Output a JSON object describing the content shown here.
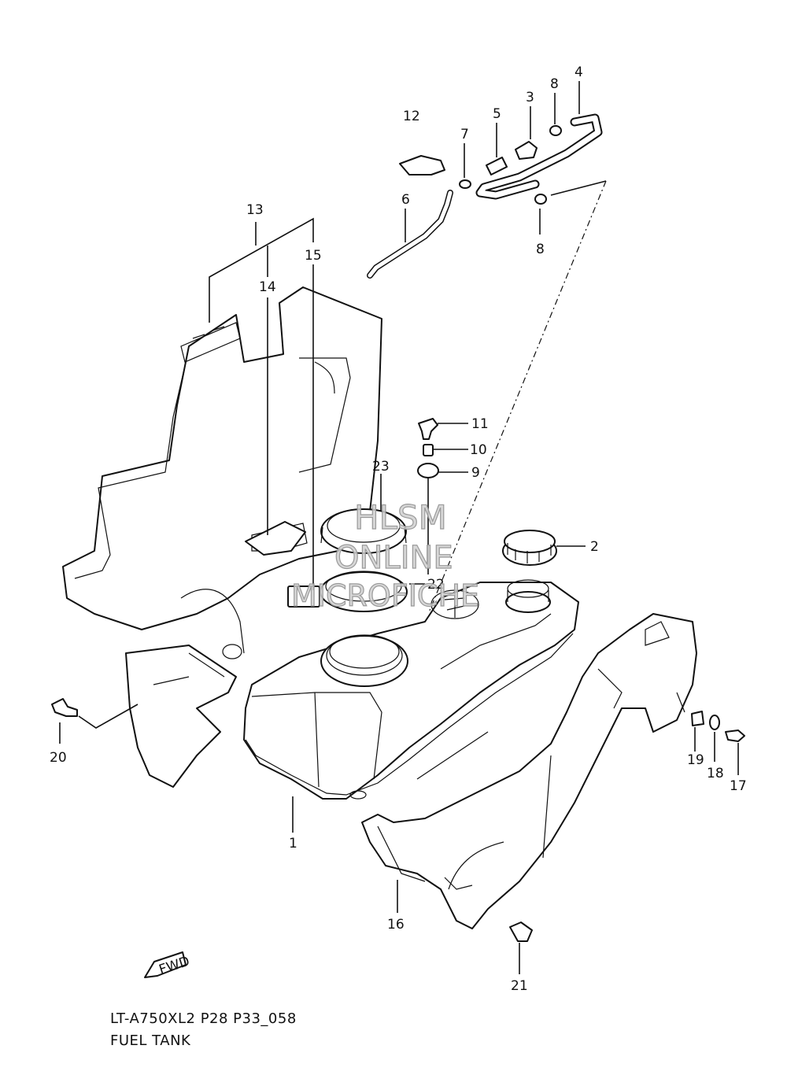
{
  "diagram": {
    "model_code": "LT-A750XL2 P28 P33_058",
    "title": "FUEL TANK",
    "watermark": [
      "HLSM",
      "ONLINE",
      "MICROFICHE"
    ],
    "fwd_label": "FWD",
    "callouts": {
      "c1": "1",
      "c2": "2",
      "c3": "3",
      "c4": "4",
      "c5": "5",
      "c6": "6",
      "c7": "7",
      "c8a": "8",
      "c8b": "8",
      "c9": "9",
      "c10": "10",
      "c11": "11",
      "c12": "12",
      "c13": "13",
      "c14": "14",
      "c15": "15",
      "c16": "16",
      "c17": "17",
      "c18": "18",
      "c19": "19",
      "c20": "20",
      "c21": "21",
      "c22": "22",
      "c23": "23"
    }
  }
}
